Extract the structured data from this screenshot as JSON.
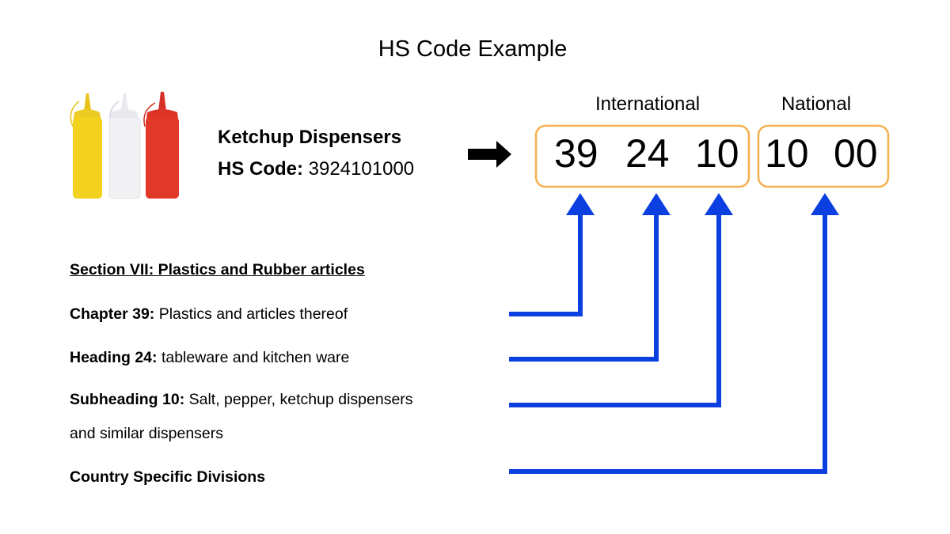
{
  "title": "HS Code Example",
  "product": {
    "name": "Ketchup Dispensers",
    "hs_code_label": "HS Code:",
    "hs_code_value": "3924101000"
  },
  "code_groups": {
    "international_label": "International",
    "national_label": "National",
    "international_digits": [
      "39",
      "24",
      "10"
    ],
    "national_digits": [
      "10",
      "00"
    ]
  },
  "descriptions": {
    "section": "Section VII: Plastics and Rubber articles",
    "chapter_label": "Chapter 39:",
    "chapter_text": " Plastics and articles thereof",
    "heading_label": "Heading 24:",
    "heading_text": " tableware and kitchen ware",
    "subheading_label": "Subheading 10:",
    "subheading_text": " Salt, pepper, ketchup dispensers",
    "subheading_text_2": "and similar dispensers",
    "country_label": "Country Specific Divisions"
  },
  "colors": {
    "box_border": "#f5b04f",
    "connector": "#0b3fe0",
    "bottle_yellow": "#f2d21e",
    "bottle_white": "#f1f1f1",
    "bottle_red": "#e2382a"
  }
}
